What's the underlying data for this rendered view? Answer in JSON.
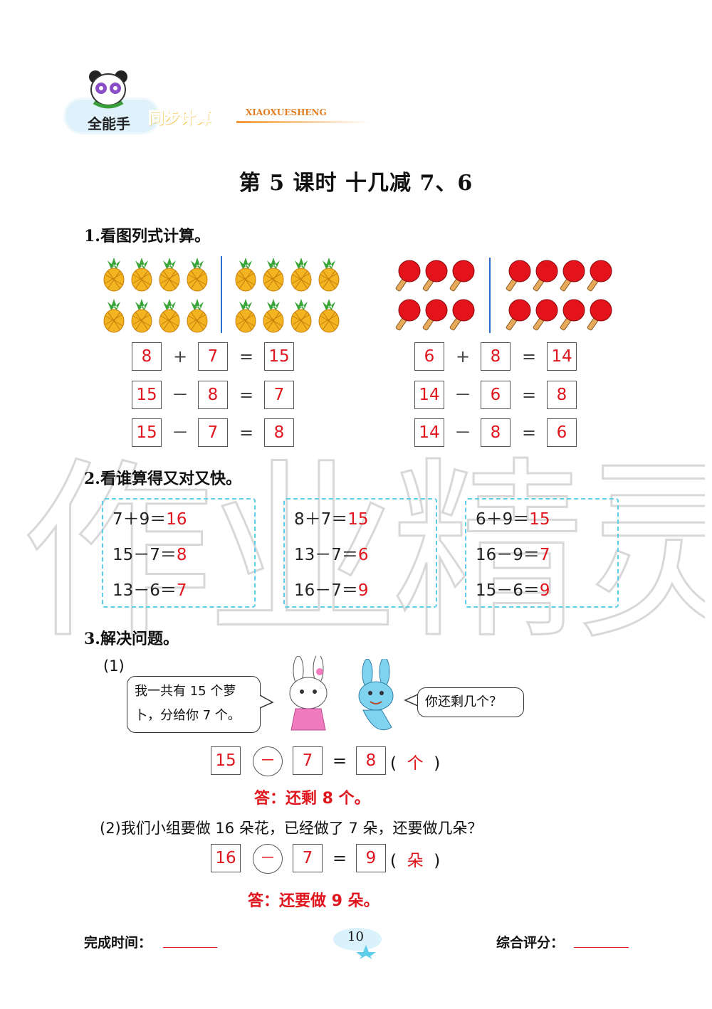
{
  "header": {
    "brand_name": "全能手",
    "brand_sub": "同步计算",
    "brand_en": "XIAOXUESHENG"
  },
  "title": "第 5 课时  十几减 7、6",
  "section1": {
    "heading": "1.看图列式计算。",
    "left": {
      "rows": [
        [
          "8",
          "+",
          "7",
          "=",
          "15"
        ],
        [
          "15",
          "－",
          "8",
          "=",
          "7"
        ],
        [
          "15",
          "－",
          "7",
          "=",
          "8"
        ]
      ]
    },
    "right": {
      "rows": [
        [
          "6",
          "+",
          "8",
          "=",
          "14"
        ],
        [
          "14",
          "－",
          "6",
          "=",
          "8"
        ],
        [
          "14",
          "－",
          "8",
          "=",
          "6"
        ]
      ]
    }
  },
  "section2": {
    "heading": "2.看谁算得又对又快。",
    "groups": [
      [
        {
          "expr": "7＋9＝",
          "ans": "16"
        },
        {
          "expr": "15－7＝",
          "ans": "8"
        },
        {
          "expr": "13－6＝",
          "ans": "7"
        }
      ],
      [
        {
          "expr": "8＋7＝",
          "ans": "15"
        },
        {
          "expr": "13－7＝",
          "ans": "6"
        },
        {
          "expr": "16－7＝",
          "ans": "9"
        }
      ],
      [
        {
          "expr": "6＋9＝",
          "ans": "15"
        },
        {
          "expr": "16－9＝",
          "ans": "7"
        },
        {
          "expr": "15－6＝",
          "ans": "9"
        }
      ]
    ]
  },
  "section3": {
    "heading": "3.解决问题。",
    "p1": {
      "label": "(1)",
      "bubble_left": "我一共有 15 个萝卜，分给你 7 个。",
      "bubble_left_line1": "我一共有 15 个萝",
      "bubble_left_line2": "卜，分给你 7 个。",
      "bubble_right": "你还剩几个？",
      "eq": [
        "15",
        "－",
        "7",
        "8"
      ],
      "unit": "个",
      "answer": "答：还剩 8 个。"
    },
    "p2": {
      "question": "(2)我们小组要做 16 朵花，已经做了 7 朵，还要做几朵？",
      "eq": [
        "16",
        "－",
        "7",
        "9"
      ],
      "unit": "朵",
      "answer": "答：还要做 9 朵。"
    }
  },
  "footer": {
    "time_label": "完成时间：",
    "score_label": "综合评分：",
    "page": "10"
  },
  "watermark": "作业精灵",
  "colors": {
    "answer": "#e0161e",
    "frame": "#5ecdea"
  }
}
